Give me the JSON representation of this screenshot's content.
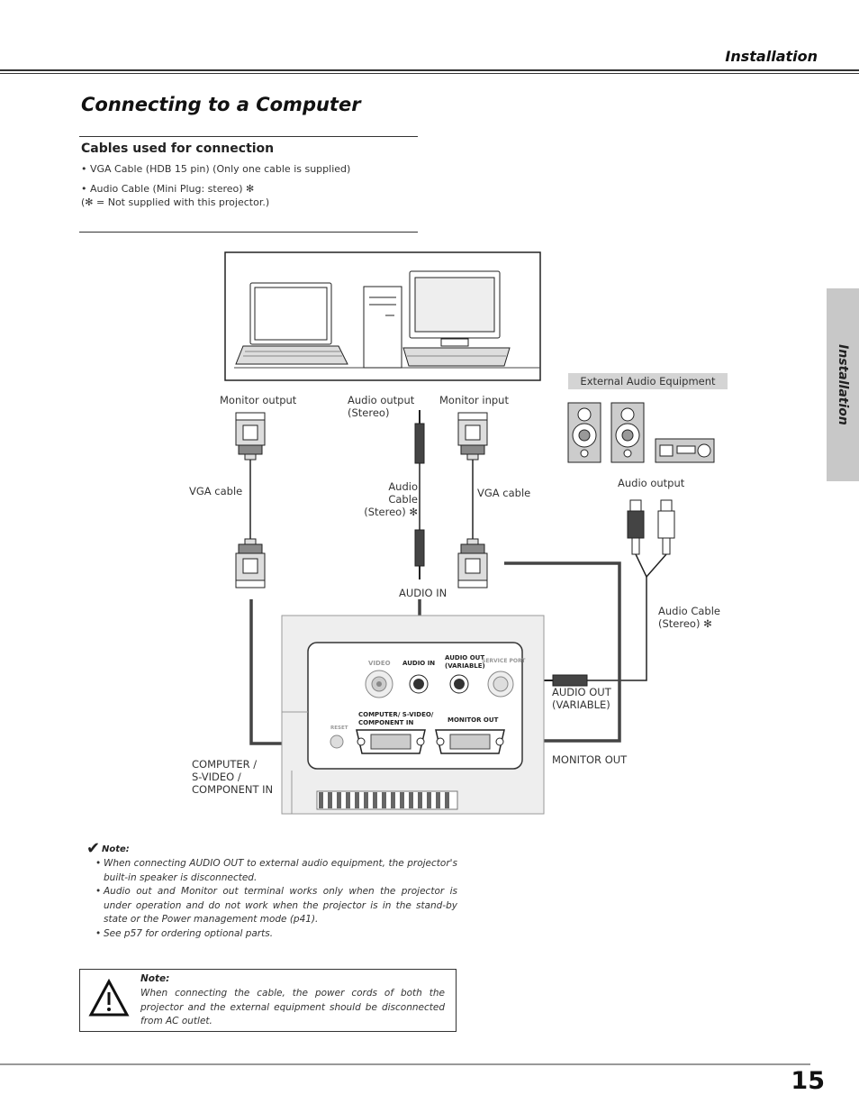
{
  "header": {
    "section": "Installation"
  },
  "side_tab": {
    "label": "Installation"
  },
  "title": "Connecting to a Computer",
  "cables": {
    "heading": "Cables used for connection",
    "items": [
      "• VGA Cable  (HDB 15 pin)  (Only one cable is supplied)",
      "• Audio Cable (Mini Plug: stereo)  ✻",
      "(✻ = Not supplied with this projector.)"
    ]
  },
  "diagram": {
    "external_audio": "External Audio Equipment",
    "monitor_output": "Monitor output",
    "audio_output_stereo": [
      "Audio output",
      "(Stereo)"
    ],
    "monitor_input": "Monitor input",
    "vga_cable_left": "VGA cable",
    "audio_cable_center": [
      "Audio Cable",
      "(Stereo) ✻"
    ],
    "vga_cable_right": "VGA cable",
    "audio_output_ext": "Audio output",
    "audio_in": "AUDIO IN",
    "audio_cable_right": [
      "Audio Cable",
      "(Stereo) ✻"
    ],
    "audio_out_variable": [
      "AUDIO OUT",
      "(VARIABLE)"
    ],
    "monitor_out": "MONITOR OUT",
    "computer_in": [
      "COMPUTER /",
      "S-VIDEO /",
      "COMPONENT IN"
    ],
    "panel": {
      "video": "VIDEO",
      "audio_in": "AUDIO  IN",
      "audio_out": [
        "AUDIO OUT",
        "(VARIABLE)"
      ],
      "service_port": "SERVICE PORT",
      "computer": [
        "COMPUTER/ S-VIDEO/",
        "COMPONENT IN"
      ],
      "monitor_out": "MONITOR OUT",
      "reset": "RESET"
    }
  },
  "note": {
    "title": "Note:",
    "items": [
      "When connecting AUDIO OUT to external audio equipment, the projector's built-in speaker is disconnected.",
      "Audio out and Monitor out terminal works only when the projector is under operation and do not work when the projector is in the stand-by state or the Power management mode (p41).",
      "See p57 for ordering optional parts."
    ]
  },
  "warning": {
    "title": "Note:",
    "text": "When connecting the cable, the power cords of both the projector and the external equipment should be disconnected from AC outlet."
  },
  "page_number": "15"
}
